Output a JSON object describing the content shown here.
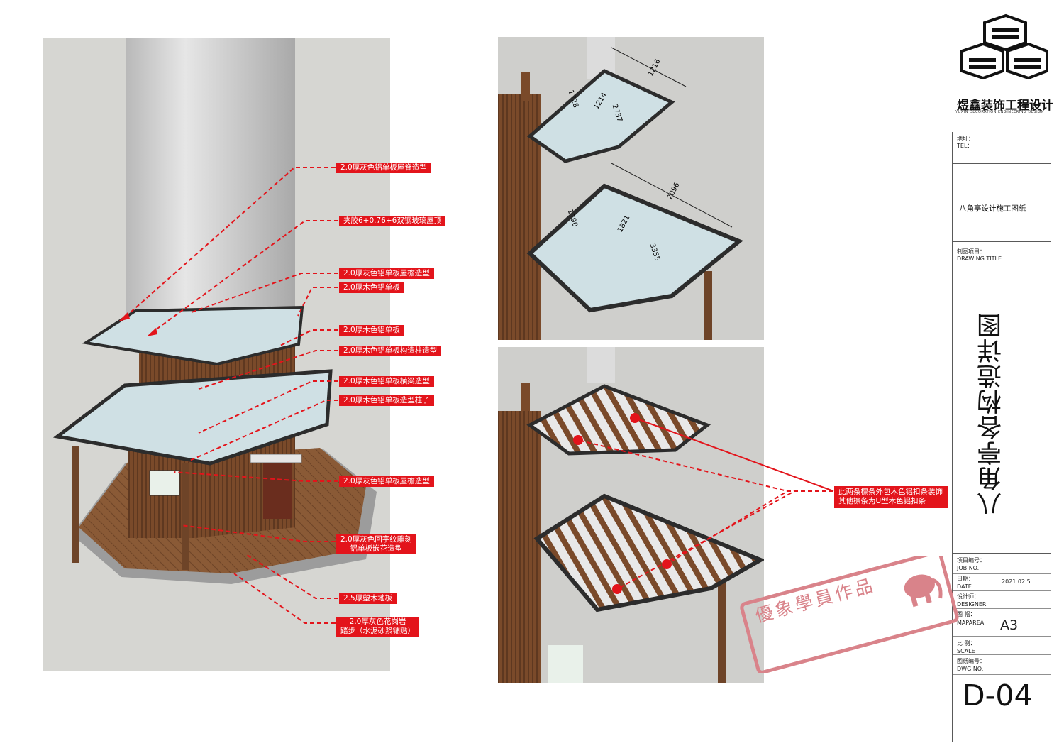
{
  "callouts_left": [
    "2.0厚灰色铝单板屋脊造型",
    "夹胶6+0.76+6双钢玻璃屋顶",
    "2.0厚灰色铝单板屋檐造型",
    "2.0厚木色铝单板",
    "2.0厚木色铝单板",
    "2.0厚木色铝单板构造柱造型",
    "2.0厚木色铝单板横梁造型",
    "2.0厚木色铝单板造型柱子",
    "2.0厚灰色铝单板屋檐造型",
    "2.0厚灰色回字纹雕刻",
    "铝单板嵌花造型",
    "2.5厚塑木地板",
    "2.0厚灰色花岗岩",
    "踏步（水泥砂浆铺贴）"
  ],
  "callout_right": [
    "此两条檩条外包木色铝扣条装饰",
    "其他檩条为U型木色铝扣条"
  ],
  "dimensions": {
    "upper": [
      "1216",
      "1728",
      "1214",
      "2737"
    ],
    "lower": [
      "2096",
      "1790",
      "1821",
      "3355"
    ]
  },
  "title_block": {
    "company": "煜鑫装饰工程设计",
    "company_sub": "YUXIN DECORATION ENGINEERING DESIGN",
    "address_label": "地址：",
    "tel_label": "TEL：",
    "project_name": "八角亭设计施工图纸",
    "drawing_title_cn": "制图项目：",
    "drawing_title_en": "DRAWING TITLE",
    "drawing_title_value": "八角亭各构造详图",
    "job_cn": "项目编号：",
    "job_en": "JOB NO.",
    "date_cn": "日期：",
    "date_en": "DATE",
    "date_value": "2021.02.5",
    "designer_cn": "设计师：",
    "designer_en": "DESIGNER",
    "maparea_cn": "图 幅：",
    "maparea_en": "MAPAREA",
    "maparea_value": "A3",
    "scale_cn": "比 例：",
    "scale_en": "SCALE",
    "dwg_cn": "图纸编号：",
    "dwg_en": "DWG NO.",
    "dwg_value": "D-04"
  },
  "stamp_text": "優象學員作品",
  "colors": {
    "callout_red": "#e3141b",
    "wood": "#7a4a2a",
    "glass": "#c9dbe0",
    "frame": "#2c2c2c",
    "stamp": "#d9838a"
  }
}
